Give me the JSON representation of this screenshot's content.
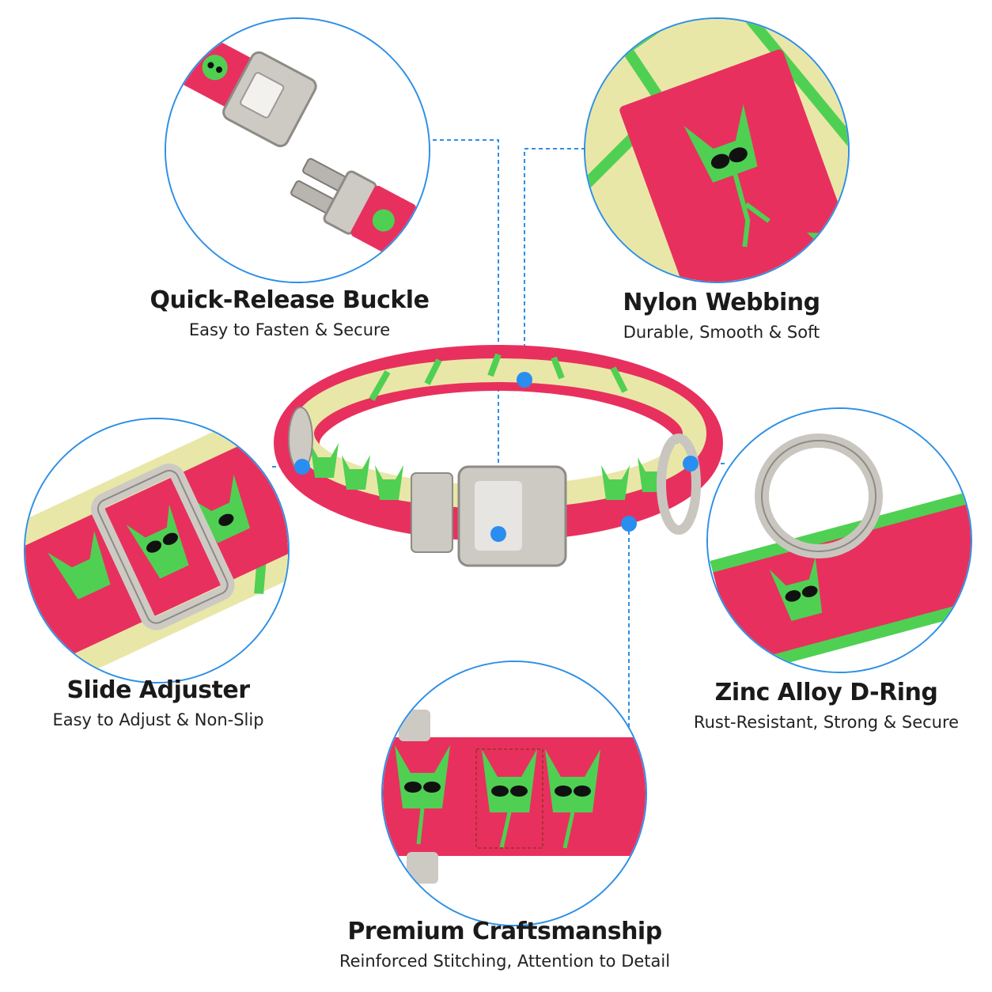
{
  "features": [
    {
      "title": "Quick-Release Buckle",
      "subtitle": "Easy to Fasten & Secure"
    },
    {
      "title": "Nylon Webbing",
      "subtitle": "Durable, Smooth & Soft"
    },
    {
      "title": "Slide Adjuster",
      "subtitle": "Easy to Adjust & Non-Slip"
    },
    {
      "title": "Zinc Alloy D-Ring",
      "subtitle": "Rust-Resistant, Strong & Secure"
    },
    {
      "title": "Premium Craftsmanship",
      "subtitle": "Reinforced Stitching, Attention to Detail"
    }
  ],
  "colors": {
    "accent_blue": "#2a8df0",
    "webbing_pink": "#e8305e",
    "pattern_green": "#4fd053",
    "lining_cream": "#e9e7a8",
    "metal": "#cdcac4"
  },
  "icons": [
    "buckle-icon",
    "webbing-icon",
    "slide-adjuster-icon",
    "d-ring-icon",
    "stitching-icon"
  ]
}
